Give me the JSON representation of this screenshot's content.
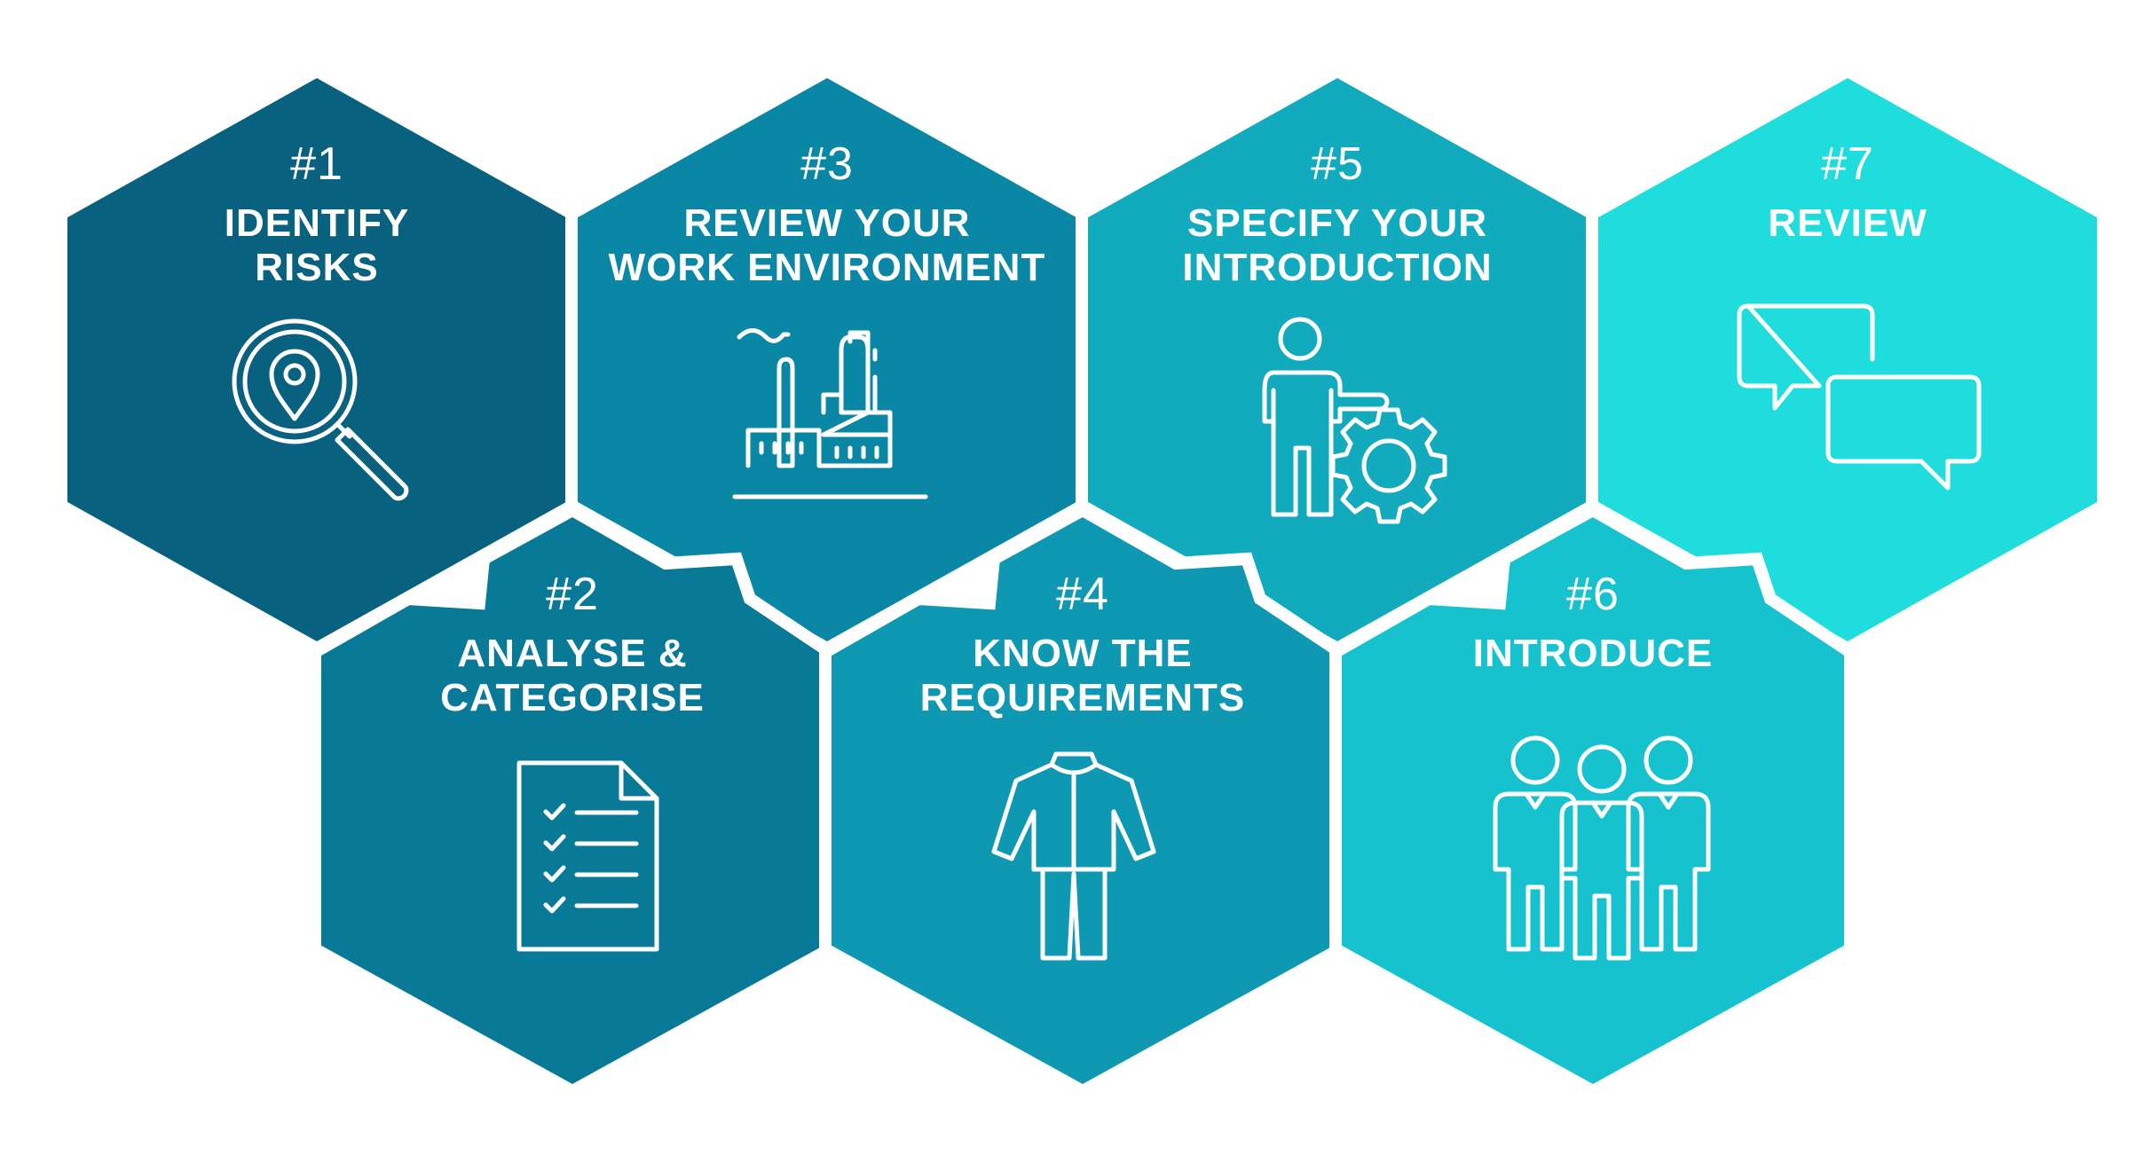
{
  "steps": [
    {
      "id": "1",
      "number": "#1",
      "title": "IDENTIFY\nRISKS",
      "color": "#07617f",
      "icon": "magnifier-location-icon"
    },
    {
      "id": "2",
      "number": "#2",
      "title": "ANALYSE &\nCATEGORISE",
      "color": "#087a97",
      "icon": "checklist-document-icon"
    },
    {
      "id": "3",
      "number": "#3",
      "title": "REVIEW YOUR\nWORK ENVIRONMENT",
      "color": "#0a87a4",
      "icon": "factory-icon"
    },
    {
      "id": "4",
      "number": "#4",
      "title": "KNOW THE\nREQUIREMENTS",
      "color": "#0f98b1",
      "icon": "coverall-icon"
    },
    {
      "id": "5",
      "number": "#5",
      "title": "SPECIFY YOUR\nINTRODUCTION",
      "color": "#12aabd",
      "icon": "presenter-gear-icon"
    },
    {
      "id": "6",
      "number": "#6",
      "title": "INTRODUCE",
      "color": "#17c2cf",
      "icon": "group-people-icon"
    },
    {
      "id": "7",
      "number": "#7",
      "title": "REVIEW",
      "color": "#1fdddd",
      "icon": "speech-bubbles-icon"
    }
  ]
}
